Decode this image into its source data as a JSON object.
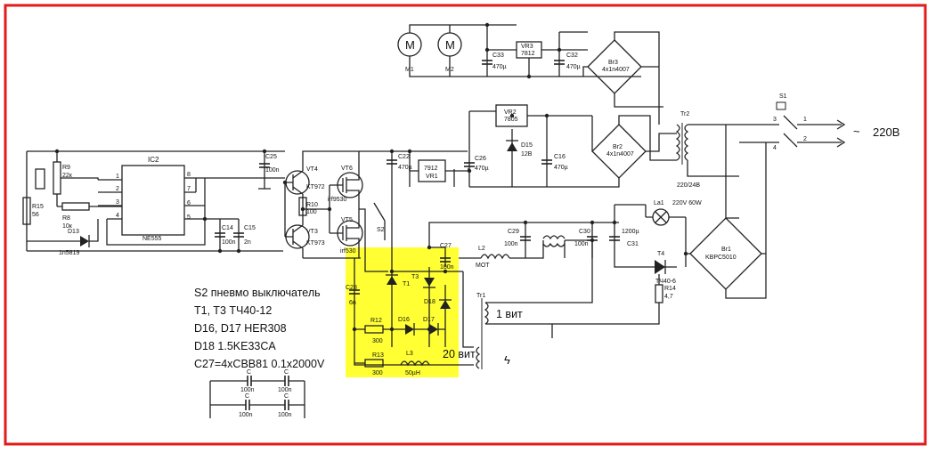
{
  "notes": [
    "S2 пневмо выключатель",
    "T1, T3 ТЧ40-12",
    "D16, D17 HER308",
    "D18 1.5KE33CA",
    "C27=4xCBB81 0.1x2000V"
  ],
  "mains_label": "220В",
  "labels": {
    "m1": "M1",
    "m2": "M2",
    "m_sym": "M",
    "c33": "C33",
    "c33v": "470µ",
    "vr3": "VR3",
    "vr3v": "7812",
    "c32": "C32",
    "c32v": "470µ",
    "br3": "Br3",
    "br3v": "4x1n4007",
    "tr2": "Tr2",
    "tr2v": "220/24В",
    "s1": "S1",
    "vr2": "VR2",
    "vr2v": "7805",
    "d15": "D15",
    "d15v": "12В",
    "c16": "C16",
    "c16v": "470µ",
    "br2": "Br2",
    "br2v": "4x1n4007",
    "ic2": "IC2",
    "ne555": "NE555",
    "r9": "R9",
    "r9v": "22к",
    "r8": "R8",
    "r8v": "10к",
    "r15": "R15",
    "r15v": "56",
    "d13": "D13",
    "d13v": "1n5819",
    "c25": "C25",
    "c25v": "100n",
    "vt4": "VT4",
    "vt4v": "KT972",
    "vt3": "VT3",
    "vt3v": "KT973",
    "r10": "R10",
    "r10v": "100",
    "vt6": "VT6",
    "vt6v": "irf9530",
    "vt5": "VT5",
    "vt5v": "irf530",
    "c14": "C14",
    "c14v": "100n",
    "c15": "C15",
    "c15v": "2n",
    "c22": "C22",
    "c22v": "470µ",
    "vr1": "VR1",
    "vr1v": "7912",
    "c26": "C26",
    "c26v": "470µ",
    "s2": "S2",
    "c27": "C27",
    "c27v": "100n",
    "l2": "L2",
    "l2v": "МОТ",
    "c29": "C29",
    "c29v": "100n",
    "c30": "C30",
    "c30v": "100n",
    "c31": "C31",
    "c31v": "1200µ",
    "la1": "La1",
    "la1v": "220V 60W",
    "t4": "T4",
    "t4v": "ТЧ40-6",
    "r14": "R14",
    "r14v": "4,7",
    "br1": "Br1",
    "br1v": "KBPC5010",
    "c28": "C28",
    "c28v": "6n",
    "t1": "T1",
    "t3": "T3",
    "d16": "D16",
    "d17": "D17",
    "d18": "D18",
    "r12": "R12",
    "r12v": "300",
    "r13": "R13",
    "r13v": "300",
    "l3": "L3",
    "l3v": "50µH",
    "tr1": "Tr1",
    "turns1": "1 вит",
    "turns20": "20 вит",
    "cap": "C",
    "c100n": "100n",
    "p1": "1",
    "p2": "2",
    "p3": "3",
    "p4": "4",
    "p5": "5",
    "p6": "6",
    "p7": "7",
    "p8": "8"
  },
  "colors": {
    "frame": "#e31b1b",
    "highlight": "#ffff33",
    "wire": "#222222"
  }
}
